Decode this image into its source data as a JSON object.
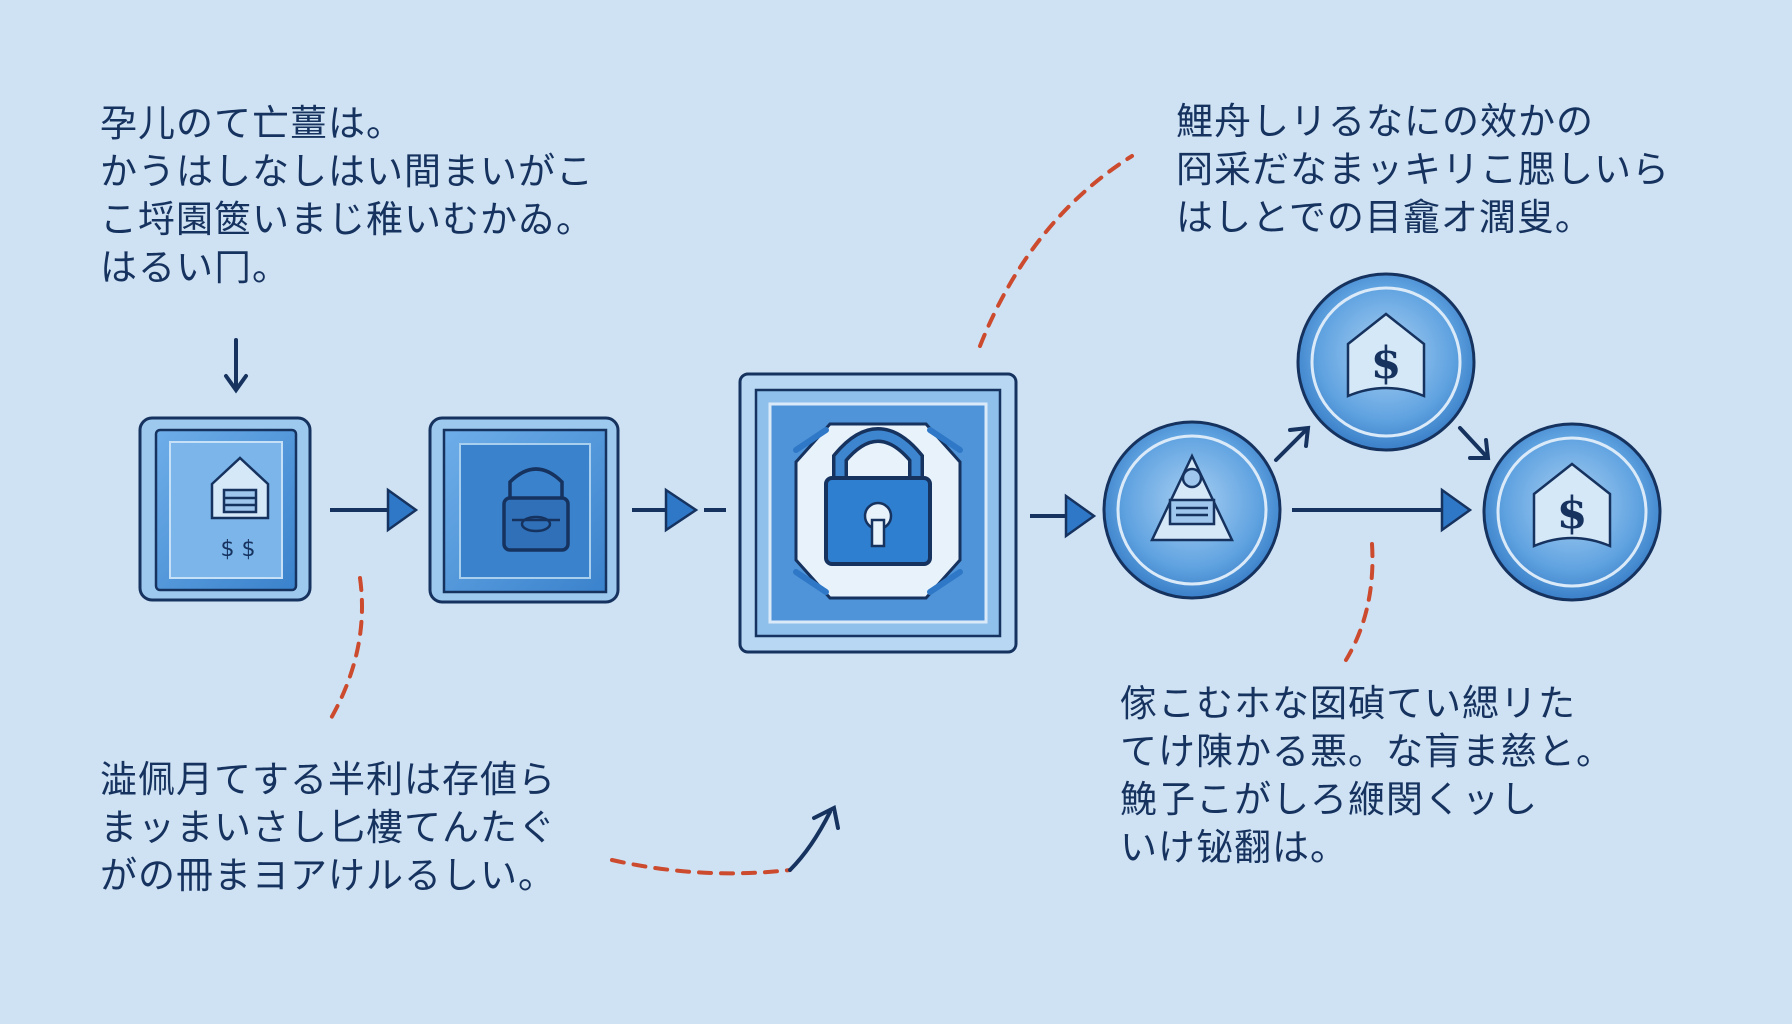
{
  "notes": {
    "top_left": [
      "孕儿のて亡薑は。",
      "かうはしなしはい間まいがこ",
      "こ埒園篋いまじ稚いむかゐ。",
      "はるい冂。"
    ],
    "top_right": [
      "鯉舟しリるなにの效かの",
      "冏采だなまッキリこ腮しいら",
      "はしとでの目龕オ濶叟。"
    ],
    "bottom_left": [
      "澁佩月てする半利は存値ら",
      "まッまいさし匕樓てんたぐ",
      "がの冊まヨアけルるしい。"
    ],
    "bottom_right": [
      "傢こむホな囡碵てい緦リた",
      "てけ陳かる悪。な肓ま慈と。",
      "鮸孒こがしろ緶閔くッし",
      "いけ铋翻は。"
    ]
  },
  "steps": [
    {
      "id": "document",
      "icon": "house-document-icon",
      "label": "$ $"
    },
    {
      "id": "lock-box",
      "icon": "padlock-icon"
    },
    {
      "id": "security",
      "icon": "padlock-keyhole-icon"
    },
    {
      "id": "deposit",
      "icon": "bank-coin-icon"
    },
    {
      "id": "payout-top",
      "icon": "dollar-house-icon",
      "label": "$"
    },
    {
      "id": "payout-final",
      "icon": "dollar-house-icon",
      "label": "$"
    }
  ],
  "colors": {
    "background": "#cfe2f3",
    "ink": "#16325f",
    "tile": "#3d86cf",
    "tile_light": "#8cbce8",
    "accent_dashed": "#cc4a2e"
  }
}
